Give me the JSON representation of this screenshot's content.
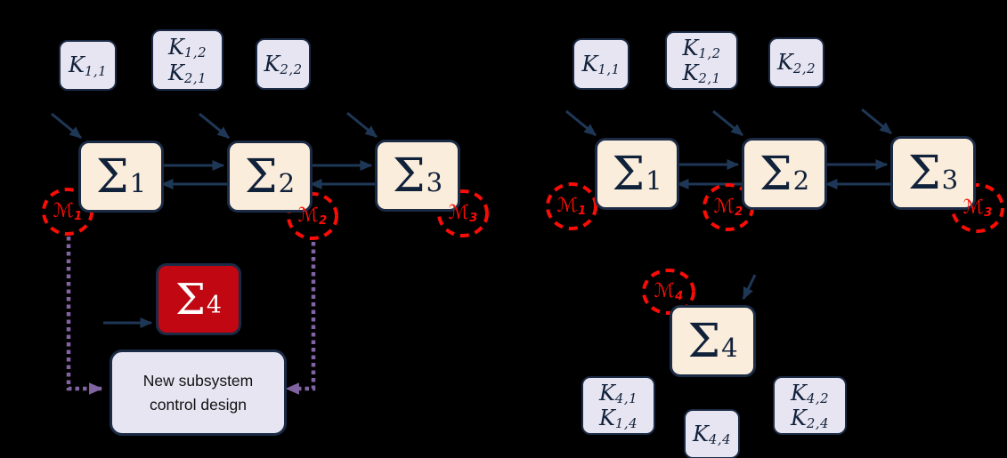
{
  "colors": {
    "background": "#000000",
    "box_border_navy": "#1B2B45",
    "arrow_navy": "#1F3756",
    "gain_box_fill": "#E8E5F2",
    "subsystem_box_fill": "#FBEDDC",
    "new_subsystem_red_fill": "#C00712",
    "measurement_dashed_red": "#F90D06",
    "design_link_purple": "#8064A2",
    "symbol_text": "#10213A",
    "white_text": "#FFFFFF"
  },
  "left_diagram": {
    "gain_blocks": [
      {
        "lines": [
          {
            "base": "K",
            "sub": "1,1"
          }
        ]
      },
      {
        "lines": [
          {
            "base": "K",
            "sub": "1,2"
          },
          {
            "base": "K",
            "sub": "2,1"
          }
        ]
      },
      {
        "lines": [
          {
            "base": "K",
            "sub": "2,2"
          }
        ]
      }
    ],
    "subsystems": [
      {
        "base": "Σ",
        "sub": "1"
      },
      {
        "base": "Σ",
        "sub": "2"
      },
      {
        "base": "Σ",
        "sub": "3"
      }
    ],
    "measurement_sets": [
      {
        "base": "ℳ",
        "sub": "1"
      },
      {
        "base": "ℳ",
        "sub": "2"
      },
      {
        "base": "ℳ",
        "sub": "3"
      }
    ],
    "new_subsystem_block": {
      "base": "Σ",
      "sub": "4"
    },
    "design_box": {
      "line1": "New subsystem",
      "line2": "control design"
    }
  },
  "right_diagram": {
    "gain_blocks_top": [
      {
        "lines": [
          {
            "base": "K",
            "sub": "1,1"
          }
        ]
      },
      {
        "lines": [
          {
            "base": "K",
            "sub": "1,2"
          },
          {
            "base": "K",
            "sub": "2,1"
          }
        ]
      },
      {
        "lines": [
          {
            "base": "K",
            "sub": "2,2"
          }
        ]
      }
    ],
    "subsystems": [
      {
        "base": "Σ",
        "sub": "1"
      },
      {
        "base": "Σ",
        "sub": "2"
      },
      {
        "base": "Σ",
        "sub": "3"
      }
    ],
    "measurement_sets": [
      {
        "base": "ℳ",
        "sub": "1"
      },
      {
        "base": "ℳ",
        "sub": "2"
      },
      {
        "base": "ℳ",
        "sub": "3"
      }
    ],
    "measurement_set_new": {
      "base": "ℳ",
      "sub": "4"
    },
    "new_subsystem": {
      "base": "Σ",
      "sub": "4"
    },
    "gain_blocks_bottom": [
      {
        "lines": [
          {
            "base": "K",
            "sub": "4,1"
          },
          {
            "base": "K",
            "sub": "1,4"
          }
        ]
      },
      {
        "lines": [
          {
            "base": "K",
            "sub": "4,4"
          }
        ]
      },
      {
        "lines": [
          {
            "base": "K",
            "sub": "4,2"
          },
          {
            "base": "K",
            "sub": "2,4"
          }
        ]
      }
    ]
  }
}
